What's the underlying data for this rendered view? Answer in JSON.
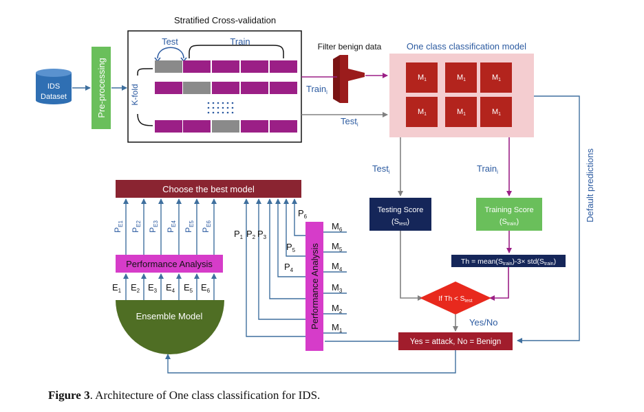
{
  "title": "Stratified Cross-validation",
  "ids_dataset": [
    "IDS",
    "Dataset"
  ],
  "preprocessing": "Pre-processing",
  "kfold": "K-fold",
  "test_label": "Test",
  "train_label": "Train",
  "filter": "Filter benign data",
  "occ_title": "One class classification model",
  "model_label": "M",
  "model_sub": "1",
  "train_i": "Train",
  "test_i": "Test",
  "i_sub": "i",
  "default_predictions": "Default predictions",
  "testing_score": [
    "Testing Score",
    "(S",
    "test",
    ")"
  ],
  "training_score": [
    "Training Score",
    "(S",
    "train",
    ")"
  ],
  "threshold": [
    "Th = mean(S",
    "train",
    ")-3× std(S",
    "train",
    ")"
  ],
  "decision": [
    "If Th <  S",
    "test"
  ],
  "yes_no": "Yes/No",
  "result": "Yes = attack, No = Benign",
  "choose_best": "Choose the best model",
  "perf_analysis": "Performance Analysis",
  "ensemble": "Ensemble Model",
  "pe_labels": [
    "E1",
    "E2",
    "E3",
    "E4",
    "E5",
    "E6"
  ],
  "e_labels": [
    "1",
    "2",
    "3",
    "4",
    "5",
    "6"
  ],
  "p_labels": [
    "1",
    "2",
    "3",
    "4",
    "5",
    "6"
  ],
  "m_labels": [
    "6",
    "5",
    "4",
    "3",
    "2",
    "1"
  ],
  "letters": {
    "P": "P",
    "E": "E",
    "M": "M"
  },
  "caption": {
    "bold": "Figure 3",
    "text": ".  Architecture of One class classification for IDS."
  },
  "colors": {
    "purple": "#9b1f86",
    "gray": "#8a8a8a",
    "green": "#6abf5b",
    "navy": "#152659",
    "darkred": "#a11d2c",
    "maroon": "#8a2431",
    "pink": "#d63cc9",
    "olive": "#4f6e24",
    "blue_line": "#3e6f9e",
    "pinkbg": "#f4cdd0",
    "red": "#e8291d"
  }
}
